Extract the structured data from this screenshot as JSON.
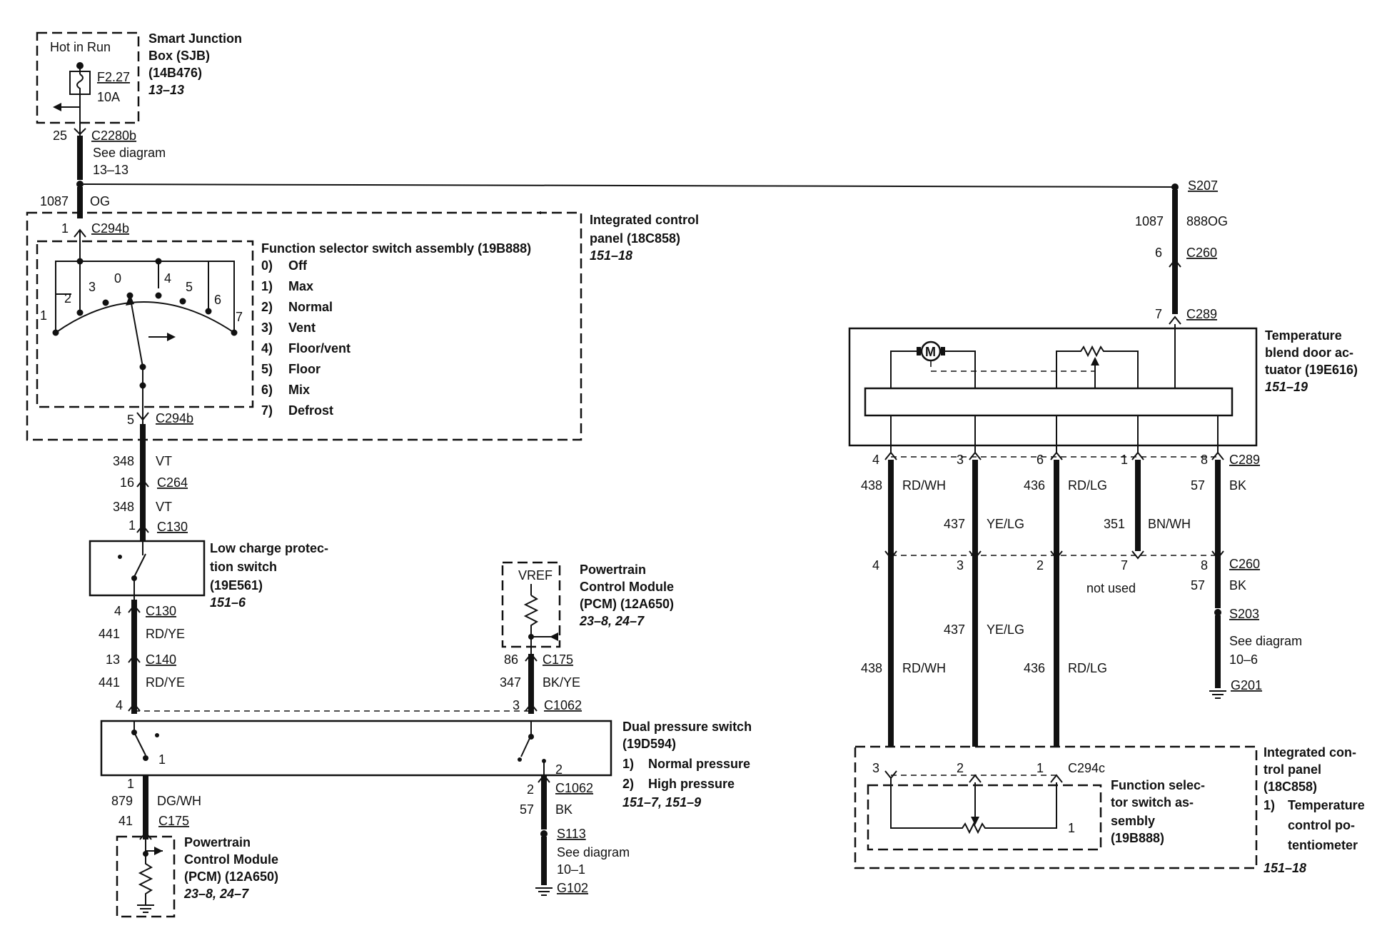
{
  "sjb": {
    "title": "Smart Junction",
    "title2": "Box (SJB)",
    "part": "(14B476)",
    "ref": "13–13",
    "hot": "Hot in Run",
    "fuse": "F2.27",
    "amps": "10A"
  },
  "c2280b": {
    "pin": "25",
    "name": "C2280b",
    "see": "See diagram",
    "ref": "13–13"
  },
  "wire_1087": {
    "circuit": "1087",
    "color": "OG"
  },
  "s207": {
    "name": "S207",
    "circuit": "1087",
    "color": "888OG"
  },
  "c260_top": {
    "pin": "6",
    "name": "C260"
  },
  "c289_top": {
    "pin": "7",
    "name": "C289"
  },
  "icp": {
    "title": "Integrated control",
    "title2": "panel (18C858)",
    "ref": "151–18",
    "c294b_top_pin": "1",
    "c294b_top": "C294b",
    "c294b_bot_pin": "5",
    "c294b_bot": "C294b"
  },
  "fss": {
    "title": "Function selector switch assembly (19B888)",
    "items": [
      {
        "n": "0)",
        "label": "Off"
      },
      {
        "n": "1)",
        "label": "Max"
      },
      {
        "n": "2)",
        "label": "Normal"
      },
      {
        "n": "3)",
        "label": "Vent"
      },
      {
        "n": "4)",
        "label": "Floor/vent"
      },
      {
        "n": "5)",
        "label": "Floor"
      },
      {
        "n": "6)",
        "label": "Mix"
      },
      {
        "n": "7)",
        "label": "Defrost"
      }
    ],
    "pos": [
      "0",
      "1",
      "2",
      "3",
      "4",
      "5",
      "6",
      "7"
    ]
  },
  "vt": {
    "c1": "348",
    "col1": "VT",
    "pin264": "16",
    "c264": "C264",
    "c2": "348",
    "col2": "VT",
    "pin130": "1",
    "c130": "C130"
  },
  "lcps": {
    "l1": "Low charge protec-",
    "l2": "tion switch",
    "part": "(19E561)",
    "ref": "151–6"
  },
  "rdye": {
    "pin130": "4",
    "c130": "C130",
    "c1": "441",
    "col1": "RD/YE",
    "pin140": "13",
    "c140": "C140",
    "c2": "441",
    "col2": "RD/YE",
    "pin4": "4"
  },
  "pcm_top": {
    "vref": "VREF",
    "l1": "Powertrain",
    "l2": "Control Module",
    "l3": "(PCM) (12A650)",
    "ref": "23–8, 24–7",
    "pin175": "86",
    "c175": "C175",
    "circuit": "347",
    "color": "BK/YE",
    "pin1062": "3",
    "c1062": "C1062"
  },
  "dps": {
    "title": "Dual pressure switch",
    "part": "(19D594)",
    "i1n": "1)",
    "i1": "Normal pressure",
    "i2n": "2)",
    "i2": "High pressure",
    "ref": "151–7, 151–9",
    "sw1": "1",
    "sw2": "2"
  },
  "dgwh": {
    "pin": "1",
    "circuit": "879",
    "color": "DG/WH",
    "pin175": "41",
    "c175": "C175"
  },
  "pcm_bot": {
    "l1": "Powertrain",
    "l2": "Control Module",
    "l3": "(PCM) (12A650)",
    "ref": "23–8, 24–7"
  },
  "gnd_left": {
    "pin": "2",
    "c1062": "C1062",
    "circuit": "57",
    "color": "BK",
    "s113": "S113",
    "see": "See diagram",
    "ref": "10–1",
    "g102": "G102"
  },
  "tbda": {
    "l1": "Temperature",
    "l2": "blend door ac-",
    "l3": "tuator (19E616)",
    "ref": "151–19",
    "motor": "M"
  },
  "c289": {
    "name": "C289",
    "pins": [
      "4",
      "3",
      "6",
      "1",
      "8"
    ],
    "circuits": [
      "438",
      "437",
      "436",
      "351",
      "57"
    ],
    "colors": [
      "RD/WH",
      "YE/LG",
      "RD/LG",
      "BN/WH",
      "BK"
    ]
  },
  "c260": {
    "name": "C260",
    "pins": [
      "4",
      "3",
      "2",
      "7",
      "8"
    ],
    "not_used": "not used",
    "circuit57": "57",
    "color57": "BK",
    "c437": "437",
    "col437": "YE/LG",
    "c438": "438",
    "col438": "RD/WH",
    "c436": "436",
    "col436": "RD/LG"
  },
  "gnd_right": {
    "s203": "S203",
    "see": "See diagram",
    "ref": "10–6",
    "g201": "G201"
  },
  "icp2": {
    "l1": "Integrated con-",
    "l2": "trol panel",
    "l3": "(18C858)",
    "i1n": "1)",
    "i1a": "Temperature",
    "i1b": "control po-",
    "i1c": "tentiometer",
    "ref": "151–18",
    "c294c": "C294c",
    "pins": [
      "3",
      "2",
      "1"
    ],
    "pot_pin": "1"
  },
  "fss2": {
    "l1": "Function selec-",
    "l2": "tor switch as-",
    "l3": "sembly",
    "l4": "(19B888)"
  }
}
